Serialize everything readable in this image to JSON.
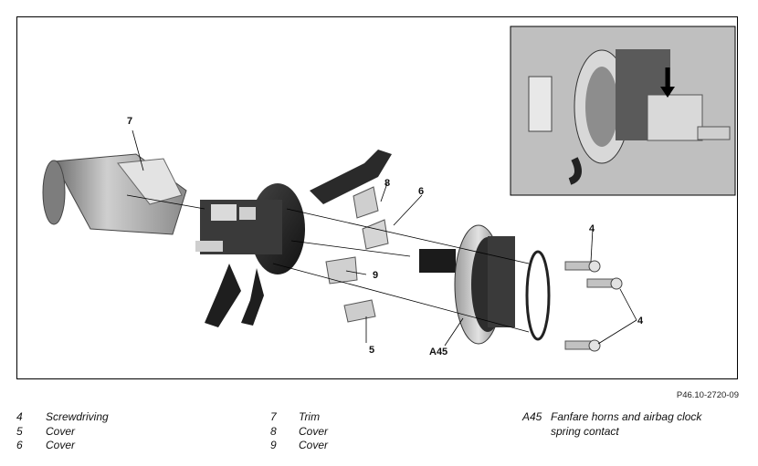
{
  "figure": {
    "reference": "P46.10-2720-09",
    "callouts": {
      "c7": "7",
      "c8": "8",
      "c6": "6",
      "c9": "9",
      "c5": "5",
      "c4a": "4",
      "c4b": "4",
      "cA45": "A45"
    }
  },
  "legend": {
    "col1": [
      {
        "num": "4",
        "text": "Screwdriving"
      },
      {
        "num": "5",
        "text": "Cover"
      },
      {
        "num": "6",
        "text": "Cover"
      }
    ],
    "col2": [
      {
        "num": "7",
        "text": "Trim"
      },
      {
        "num": "8",
        "text": "Cover"
      },
      {
        "num": "9",
        "text": "Cover"
      }
    ],
    "col3": [
      {
        "num": "A45",
        "text": "Fanfare horns and airbag clock spring contact"
      }
    ]
  }
}
